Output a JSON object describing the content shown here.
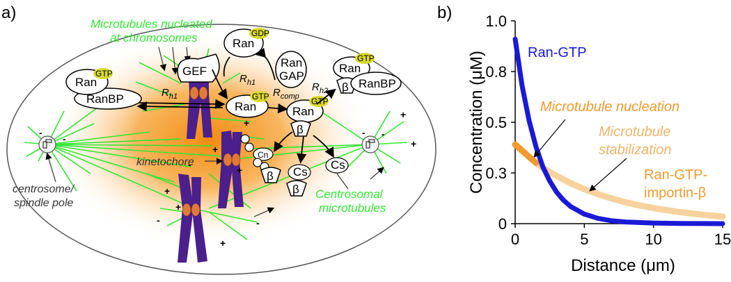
{
  "panel_a": {
    "label": "a)",
    "labels": {
      "mt_nucleated": [
        "Microtubules nucleated",
        "at chromosomes"
      ],
      "kinetochore": "kinetochore",
      "centrosome": [
        "centrosome/",
        "spindle pole"
      ],
      "centrosomal": [
        "Centrosomal",
        "microtubules"
      ]
    },
    "nodes": {
      "ran": "Ran",
      "gtp": "GTP",
      "gdp": "GDP",
      "ranbp": "RanBP",
      "gef": "GEF",
      "rangap_1": "Ran",
      "rangap_2": "GAP",
      "beta": "β",
      "cn": "Cn",
      "cs": "Cs"
    },
    "rates": {
      "rh1": "R",
      "rh1_sub": "h1",
      "rh2": "R",
      "rh2_sub": "h2",
      "rcomp": "R",
      "rcomp_sub": "comp"
    },
    "colors": {
      "microtubule": "#33e633",
      "chromosome": "#4b1f8c",
      "kinetochore": "#e07a3a",
      "gtp_badge": "#d8d830",
      "gradient": "#f59a1e"
    }
  },
  "panel_b": {
    "label": "b)",
    "chart_data": {
      "type": "line",
      "xlabel": "Distance (μm)",
      "ylabel": "Concentration (μM)",
      "xlim": [
        0,
        15
      ],
      "ylim": [
        0,
        1.0
      ],
      "xticks": [
        "0",
        "5",
        "10",
        "15"
      ],
      "yticks": [
        "0",
        "0.3",
        "0.5",
        "0.8",
        "1.0"
      ],
      "ytick_values": [
        0,
        0.25,
        0.5,
        0.75,
        1.0
      ],
      "series": [
        {
          "name": "Ran-GTP",
          "color": "#1a1ad6",
          "x": [
            0,
            0.5,
            1,
            1.5,
            2,
            2.5,
            3,
            3.5,
            4,
            5,
            6,
            7,
            8,
            10,
            12,
            15
          ],
          "y": [
            0.91,
            0.68,
            0.51,
            0.38,
            0.28,
            0.21,
            0.155,
            0.115,
            0.085,
            0.047,
            0.026,
            0.014,
            0.008,
            0.003,
            0.001,
            0.0
          ]
        },
        {
          "name": "Microtubule nucleation",
          "color": "#f29a2e",
          "x": [
            0,
            0.5,
            1,
            1.5
          ],
          "y": [
            0.39,
            0.36,
            0.33,
            0.3
          ]
        },
        {
          "name": "Ran-GTP-importin-β",
          "color": "#f7d29e",
          "x": [
            1.5,
            2,
            3,
            4,
            5,
            6,
            7,
            8,
            9,
            10,
            11,
            12,
            13,
            14,
            15
          ],
          "y": [
            0.3,
            0.275,
            0.235,
            0.2,
            0.17,
            0.145,
            0.124,
            0.105,
            0.09,
            0.077,
            0.066,
            0.056,
            0.048,
            0.041,
            0.035
          ]
        }
      ],
      "annotations": {
        "ran_gtp": "Ran-GTP",
        "nucleation": "Microtubule nucleation",
        "stabilization_1": "Microtubule",
        "stabilization_2": "stabilization",
        "complex_1": "Ran-GTP-",
        "complex_2": "importin-β"
      }
    }
  }
}
